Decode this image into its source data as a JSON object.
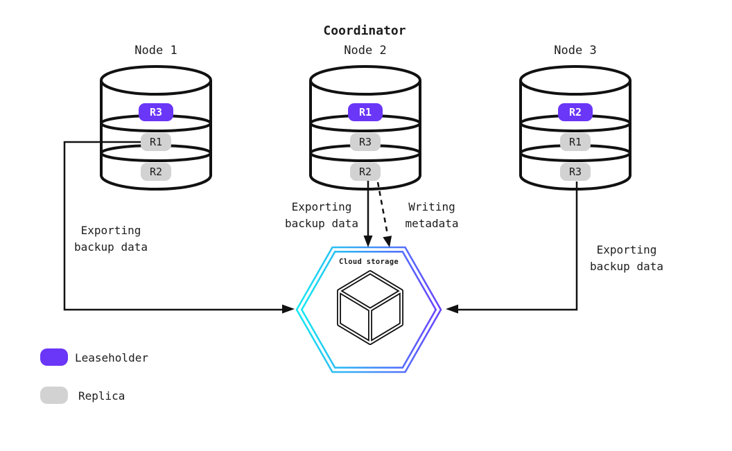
{
  "title": "Coordinator",
  "colors": {
    "leaseholder_purple": "#6a36f7",
    "replica_gray": "#d2d2d2",
    "hex_gradient_start": "#16e9f0",
    "hex_gradient_end": "#6a45ff",
    "stroke_color": "#111111",
    "text_color": "#1c1c1c"
  },
  "nodes": [
    {
      "label": "Node 1",
      "replicas": [
        {
          "id": "R3",
          "role": "leaseholder"
        },
        {
          "id": "R1",
          "role": "replica"
        },
        {
          "id": "R2",
          "role": "replica"
        }
      ]
    },
    {
      "label": "Node 2",
      "replicas": [
        {
          "id": "R1",
          "role": "leaseholder"
        },
        {
          "id": "R3",
          "role": "replica"
        },
        {
          "id": "R2",
          "role": "replica"
        }
      ]
    },
    {
      "label": "Node 3",
      "replicas": [
        {
          "id": "R2",
          "role": "leaseholder"
        },
        {
          "id": "R1",
          "role": "replica"
        },
        {
          "id": "R3",
          "role": "replica"
        }
      ]
    }
  ],
  "cloud_storage": {
    "label": "Cloud storage"
  },
  "edges": [
    {
      "from": "Node 1",
      "to": "Cloud storage",
      "style": "solid",
      "label_lines": [
        "Exporting",
        "backup data"
      ]
    },
    {
      "from": "Node 2",
      "to": "Cloud storage",
      "style": "solid",
      "label_lines": [
        "Exporting",
        "backup data"
      ]
    },
    {
      "from": "Node 2",
      "to": "Cloud storage",
      "style": "dashed",
      "label_lines": [
        "Writing",
        "metadata"
      ]
    },
    {
      "from": "Node 3",
      "to": "Cloud storage",
      "style": "solid",
      "label_lines": [
        "Exporting",
        "backup data"
      ]
    }
  ],
  "legend": [
    {
      "label": "Leaseholder",
      "swatch": "leaseholder"
    },
    {
      "label": "Replica",
      "swatch": "replica"
    }
  ]
}
